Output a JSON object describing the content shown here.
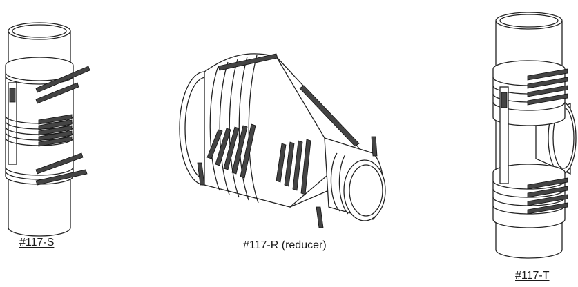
{
  "figures": [
    {
      "id": "s",
      "caption": "#117-S"
    },
    {
      "id": "r",
      "caption": "#117-R (reducer)"
    },
    {
      "id": "t",
      "caption": "#117-T"
    }
  ],
  "colors": {
    "line": "#222222",
    "background": "#ffffff"
  }
}
